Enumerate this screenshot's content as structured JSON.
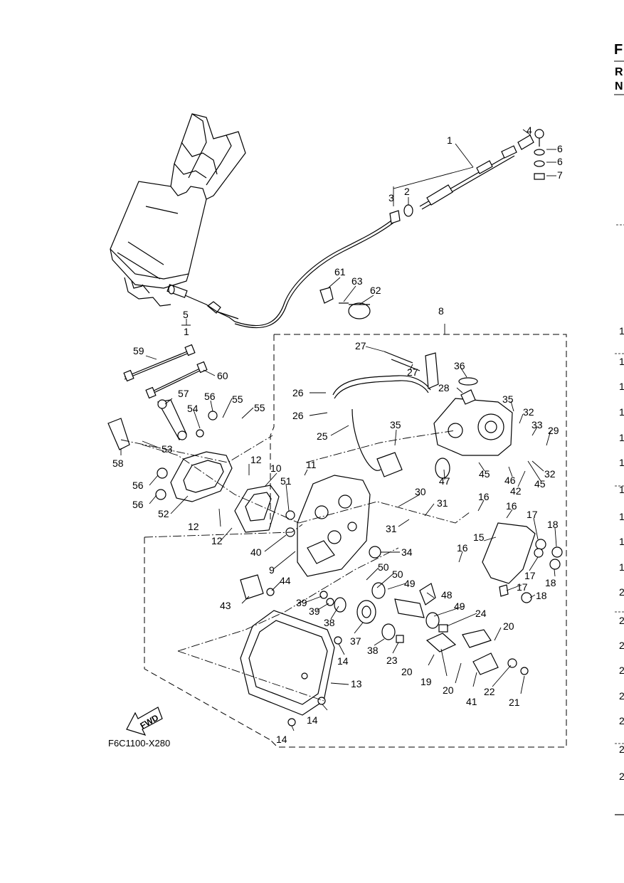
{
  "diagram_code": "F6C1100-X280",
  "fwd_label": "FWD",
  "edge_text": {
    "top_letter": "F",
    "row2_letter": "R",
    "row3_letter": "N",
    "side_numbers": [
      "1",
      "1",
      "1",
      "1",
      "1",
      "1",
      "1",
      "1",
      "1",
      "1",
      "2",
      "2",
      "2",
      "2",
      "2",
      "2",
      "2",
      "2"
    ]
  },
  "callouts": [
    {
      "id": "c1",
      "text": "1"
    },
    {
      "id": "c2",
      "text": "2"
    },
    {
      "id": "c3",
      "text": "3"
    },
    {
      "id": "c4",
      "text": "4"
    },
    {
      "id": "c6a",
      "text": "6"
    },
    {
      "id": "c6b",
      "text": "6"
    },
    {
      "id": "c7",
      "text": "7"
    },
    {
      "id": "c5",
      "text": "5"
    },
    {
      "id": "c1b",
      "text": "1"
    },
    {
      "id": "c61",
      "text": "61"
    },
    {
      "id": "c63",
      "text": "63"
    },
    {
      "id": "c62",
      "text": "62"
    },
    {
      "id": "c8",
      "text": "8"
    },
    {
      "id": "c59",
      "text": "59"
    },
    {
      "id": "c60",
      "text": "60"
    },
    {
      "id": "c57",
      "text": "57"
    },
    {
      "id": "c56a",
      "text": "56"
    },
    {
      "id": "c55a",
      "text": "55"
    },
    {
      "id": "c55b",
      "text": "55"
    },
    {
      "id": "c54",
      "text": "54"
    },
    {
      "id": "c53",
      "text": "53"
    },
    {
      "id": "c58",
      "text": "58"
    },
    {
      "id": "c56b",
      "text": "56"
    },
    {
      "id": "c56c",
      "text": "56"
    },
    {
      "id": "c52",
      "text": "52"
    },
    {
      "id": "c12a",
      "text": "12"
    },
    {
      "id": "c12b",
      "text": "12"
    },
    {
      "id": "c12c",
      "text": "12"
    },
    {
      "id": "c10",
      "text": "10"
    },
    {
      "id": "c11",
      "text": "11"
    },
    {
      "id": "c51",
      "text": "51"
    },
    {
      "id": "c40",
      "text": "40"
    },
    {
      "id": "c9",
      "text": "9"
    },
    {
      "id": "c27a",
      "text": "27"
    },
    {
      "id": "c27b",
      "text": "27"
    },
    {
      "id": "c26a",
      "text": "26"
    },
    {
      "id": "c26b",
      "text": "26"
    },
    {
      "id": "c25",
      "text": "25"
    },
    {
      "id": "c36",
      "text": "36"
    },
    {
      "id": "c28",
      "text": "28"
    },
    {
      "id": "c35a",
      "text": "35"
    },
    {
      "id": "c35b",
      "text": "35"
    },
    {
      "id": "c32a",
      "text": "32"
    },
    {
      "id": "c33",
      "text": "33"
    },
    {
      "id": "c29",
      "text": "29"
    },
    {
      "id": "c32b",
      "text": "32"
    },
    {
      "id": "c47",
      "text": "47"
    },
    {
      "id": "c45a",
      "text": "45"
    },
    {
      "id": "c46",
      "text": "46"
    },
    {
      "id": "c42",
      "text": "42"
    },
    {
      "id": "c45b",
      "text": "45"
    },
    {
      "id": "c30",
      "text": "30"
    },
    {
      "id": "c31a",
      "text": "31"
    },
    {
      "id": "c31b",
      "text": "31"
    },
    {
      "id": "c34",
      "text": "34"
    },
    {
      "id": "c16a",
      "text": "16"
    },
    {
      "id": "c16b",
      "text": "16"
    },
    {
      "id": "c16c",
      "text": "16"
    },
    {
      "id": "c17a",
      "text": "17"
    },
    {
      "id": "c17b",
      "text": "17"
    },
    {
      "id": "c17c",
      "text": "17"
    },
    {
      "id": "c18a",
      "text": "18"
    },
    {
      "id": "c18b",
      "text": "18"
    },
    {
      "id": "c18c",
      "text": "18"
    },
    {
      "id": "c15",
      "text": "15"
    },
    {
      "id": "c50a",
      "text": "50"
    },
    {
      "id": "c50b",
      "text": "50"
    },
    {
      "id": "c49a",
      "text": "49"
    },
    {
      "id": "c48",
      "text": "48"
    },
    {
      "id": "c49b",
      "text": "49"
    },
    {
      "id": "c24",
      "text": "24"
    },
    {
      "id": "c44",
      "text": "44"
    },
    {
      "id": "c43",
      "text": "43"
    },
    {
      "id": "c39a",
      "text": "39"
    },
    {
      "id": "c39b",
      "text": "39"
    },
    {
      "id": "c38a",
      "text": "38"
    },
    {
      "id": "c37",
      "text": "37"
    },
    {
      "id": "c38b",
      "text": "38"
    },
    {
      "id": "c23",
      "text": "23"
    },
    {
      "id": "c20a",
      "text": "20"
    },
    {
      "id": "c20b",
      "text": "20"
    },
    {
      "id": "c20c",
      "text": "20"
    },
    {
      "id": "c19",
      "text": "19"
    },
    {
      "id": "c41",
      "text": "41"
    },
    {
      "id": "c22",
      "text": "22"
    },
    {
      "id": "c21",
      "text": "21"
    },
    {
      "id": "c14a",
      "text": "14"
    },
    {
      "id": "c14b",
      "text": "14"
    },
    {
      "id": "c14c",
      "text": "14"
    },
    {
      "id": "c13",
      "text": "13"
    }
  ]
}
